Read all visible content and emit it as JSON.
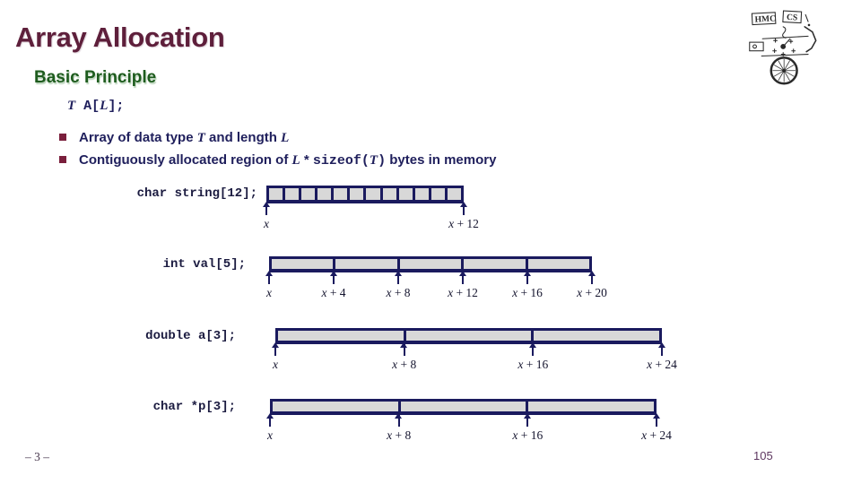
{
  "slide": {
    "title": "Array Allocation",
    "section_heading": "Basic Principle",
    "page_label": "– 3 –",
    "page_number": "105",
    "logo_name": "hmc-cs-unicycle-logo"
  },
  "declaration": {
    "text": "T A[L];",
    "segments": [
      {
        "t": "T",
        "s": "var"
      },
      {
        "t": " A[",
        "s": "mono"
      },
      {
        "t": "L",
        "s": "var"
      },
      {
        "t": "];",
        "s": "mono"
      }
    ]
  },
  "bullets": [
    {
      "text": "Array of data type T and length L",
      "segments": [
        {
          "t": "Array of data type ",
          "s": "sans"
        },
        {
          "t": "T",
          "s": "var"
        },
        {
          "t": " and length ",
          "s": "sans"
        },
        {
          "t": "L",
          "s": "var"
        }
      ]
    },
    {
      "text": "Contiguously allocated region of L * sizeof(T) bytes in memory",
      "segments": [
        {
          "t": "Contiguously allocated region of ",
          "s": "sans"
        },
        {
          "t": "L",
          "s": "var"
        },
        {
          "t": " * ",
          "s": "sans"
        },
        {
          "t": "sizeof(",
          "s": "mono"
        },
        {
          "t": "T",
          "s": "var"
        },
        {
          "t": ")",
          "s": "mono"
        },
        {
          "t": " bytes in memory",
          "s": "sans"
        }
      ]
    }
  ],
  "memory_diagrams": [
    {
      "name": "char-string-12",
      "declaration": "char string[12];",
      "cells": 12,
      "address_labels": [
        "x",
        "x + 12"
      ]
    },
    {
      "name": "int-val-5",
      "declaration": "int val[5];",
      "cells": 5,
      "address_labels": [
        "x",
        "x + 4",
        "x + 8",
        "x + 12",
        "x + 16",
        "x + 20"
      ]
    },
    {
      "name": "double-a-3",
      "declaration": "double a[3];",
      "cells": 3,
      "address_labels": [
        "x",
        "x + 8",
        "x + 16",
        "x + 24"
      ]
    },
    {
      "name": "char-ptr-p-3",
      "declaration": "char *p[3];",
      "cells": 3,
      "address_labels": [
        "x",
        "x + 8",
        "x + 16",
        "x + 24"
      ]
    }
  ],
  "colors": {
    "title_maroon": "#5E1F3B",
    "heading_green": "#1E5C1E",
    "body_navy": "#1F1F5C",
    "box_border_navy": "#1A1A5E",
    "cell_gray": "#D8D8D8",
    "bullet_square_maroon": "#7A1F3C",
    "page_number_plum": "#5E3760"
  }
}
